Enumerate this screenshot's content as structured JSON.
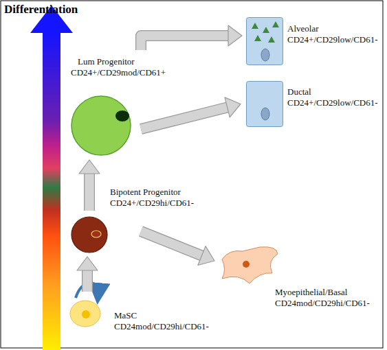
{
  "diagram": {
    "title": "Differentiation",
    "nodes": [
      {
        "text": [
          "Alveolar",
          "CD24+/CD29low/CD61-"
        ]
      },
      {
        "text": [
          "Lum Progenitor",
          "CD24+/CD29mod/CD61+"
        ]
      },
      {
        "text": [
          "Ductal",
          "CD24+/CD29low/CD61-"
        ]
      },
      {
        "text": [
          "Bipotent Progenitor",
          "CD24+/CD29hi/CD61-"
        ]
      },
      {
        "text": [
          "Myoepithelial/Basal",
          "CD24mod/CD29hi/CD61-"
        ]
      },
      {
        "text": [
          "MaSC",
          "CD24mod/CD29hi/CD61-"
        ]
      }
    ],
    "edges": [
      {
        "from": 5,
        "to": 3,
        "arrow": "to"
      },
      {
        "from": 3,
        "to": 1,
        "arrow": "to"
      },
      {
        "from": 1,
        "to": 0,
        "arrow": "to"
      },
      {
        "from": 1,
        "to": 2,
        "arrow": "to"
      },
      {
        "from": 3,
        "to": 4,
        "arrow": "to"
      }
    ]
  }
}
